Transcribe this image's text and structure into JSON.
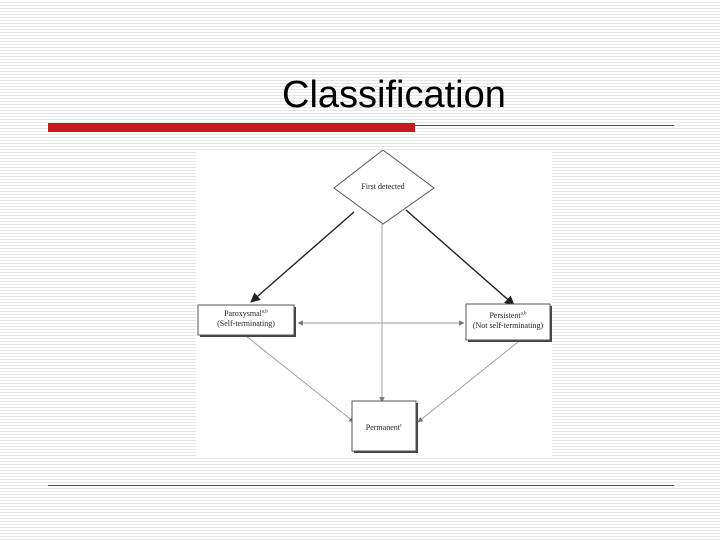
{
  "slide": {
    "title": "Classification"
  },
  "diagram": {
    "nodes": {
      "first_detected": {
        "label": "First detected"
      },
      "paroxysmal": {
        "label": "Paroxysmal",
        "superscript": "a,b",
        "sublabel": "(Self-terminating)"
      },
      "persistent": {
        "label": "Persistent",
        "superscript": "a,b",
        "sublabel": "(Not self-terminating)"
      },
      "permanent": {
        "label": "Permanent",
        "superscript": "c"
      }
    },
    "edges": [
      {
        "from": "first_detected",
        "to": "paroxysmal",
        "style": "solid-dark"
      },
      {
        "from": "first_detected",
        "to": "persistent",
        "style": "solid-dark"
      },
      {
        "from": "first_detected",
        "to": "permanent",
        "style": "thin-gray"
      },
      {
        "from": "paroxysmal",
        "to": "persistent",
        "style": "thin-gray",
        "bidirectional": true
      },
      {
        "from": "paroxysmal",
        "to": "permanent",
        "style": "thin-gray"
      },
      {
        "from": "persistent",
        "to": "permanent",
        "style": "thin-gray"
      }
    ],
    "colors": {
      "accent_red": "#c8161d",
      "dark_edge": "#222222",
      "gray_edge": "#9a9a9a"
    }
  }
}
